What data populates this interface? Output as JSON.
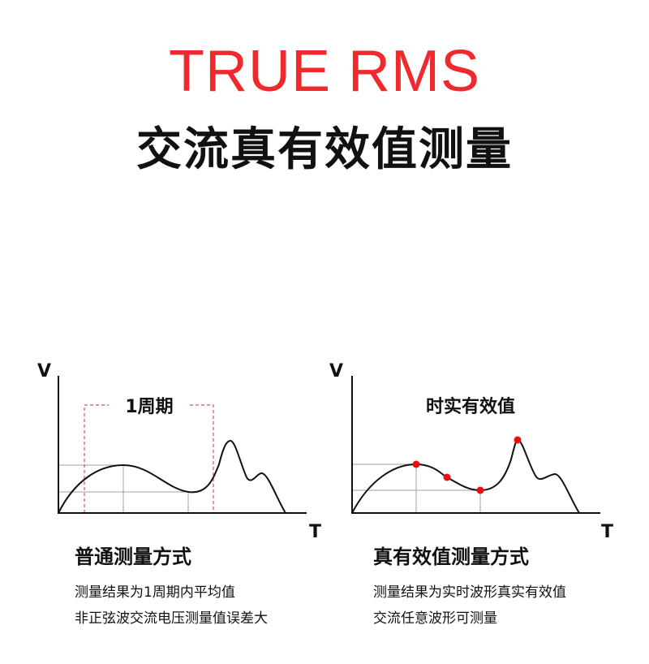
{
  "header": {
    "title_en": "TRUE RMS",
    "title_cn": "交流真有效值测量"
  },
  "colors": {
    "accent": "#f0292c",
    "ink": "#111111",
    "guide": "#a0a0a0",
    "dashed_box": "#e05050"
  },
  "left_panel": {
    "y_axis_label": "V",
    "x_axis_label": "T",
    "period_label": "1周期",
    "heading": "普通测量方式",
    "lines": [
      "测量结果为1周期内平均值",
      "非正弦波交流电压测量值误差大"
    ]
  },
  "right_panel": {
    "y_axis_label": "V",
    "x_axis_label": "T",
    "center_label": "时实有效值",
    "heading": "真有效值测量方式",
    "lines": [
      "测量结果为实时波形真实有效值",
      "交流任意波形可测量"
    ]
  }
}
